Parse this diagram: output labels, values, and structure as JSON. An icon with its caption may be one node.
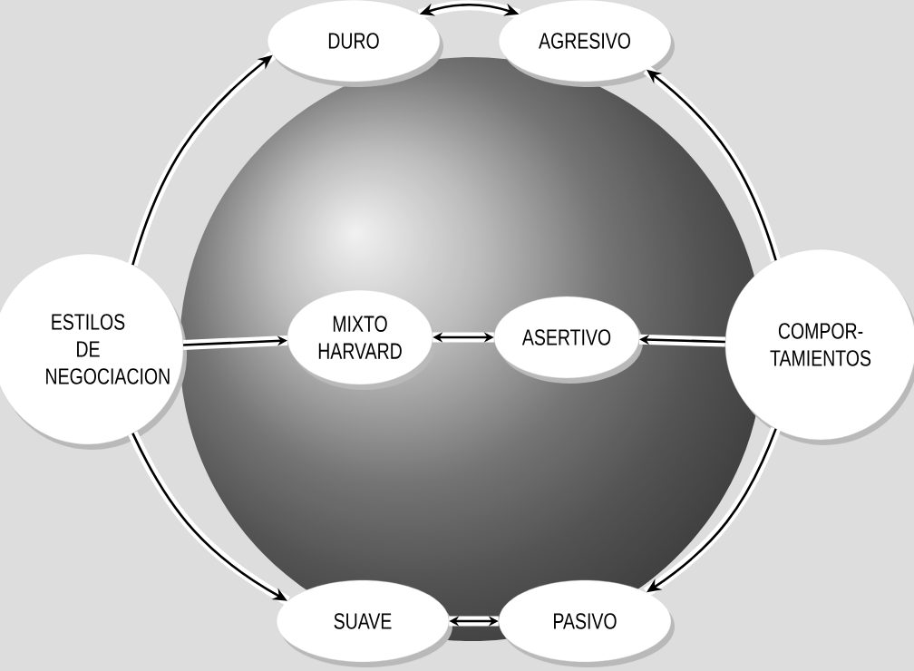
{
  "diagram": {
    "nodes": [
      {
        "text": [
          "DURO"
        ]
      },
      {
        "text": [
          "AGRESIVO"
        ]
      },
      {
        "text": [
          "ESTILOS DE NEGOCIACION"
        ]
      },
      {
        "text": [
          "MIXTO HARVARD"
        ]
      },
      {
        "text": [
          "ASERTIVO"
        ]
      },
      {
        "text": [
          "COMPOR- TAMIENTOS"
        ]
      },
      {
        "text": [
          "SUAVE"
        ]
      },
      {
        "text": [
          "PASIVO"
        ]
      }
    ],
    "edges": [
      {
        "from": 0,
        "to": 1,
        "arrow": "both"
      },
      {
        "from": 2,
        "to": 0,
        "arrow": "to"
      },
      {
        "from": 5,
        "to": 1,
        "arrow": "to"
      },
      {
        "from": 2,
        "to": 3,
        "arrow": "to"
      },
      {
        "from": 3,
        "to": 4,
        "arrow": "both"
      },
      {
        "from": 5,
        "to": 4,
        "arrow": "to"
      },
      {
        "from": 2,
        "to": 6,
        "arrow": "to"
      },
      {
        "from": 5,
        "to": 7,
        "arrow": "to"
      },
      {
        "from": 6,
        "to": 7,
        "arrow": "both"
      }
    ]
  }
}
